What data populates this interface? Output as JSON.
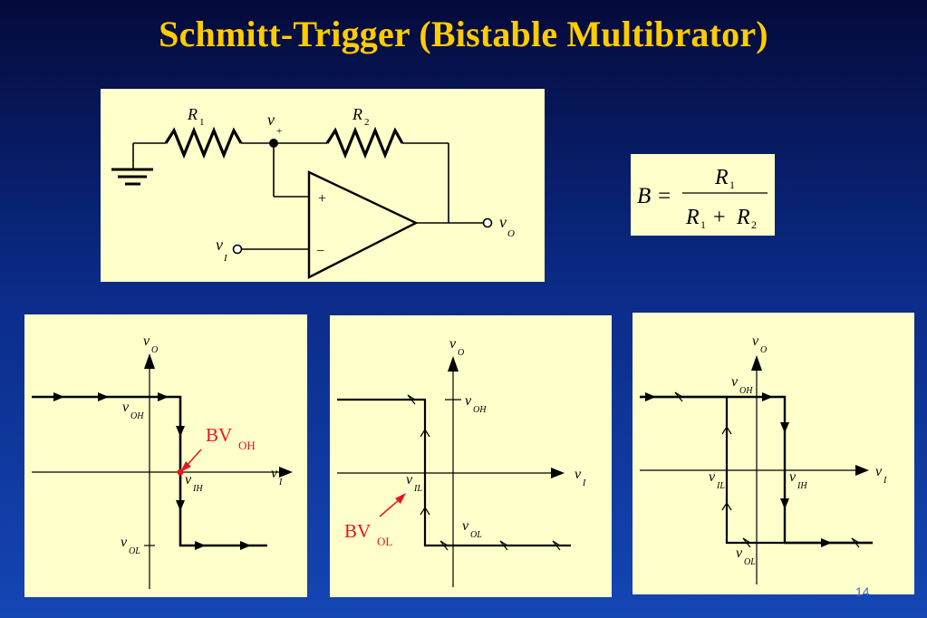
{
  "slide": {
    "title": "Schmitt-Trigger (Bistable Multibrator)",
    "page_number": "14"
  },
  "circuit": {
    "r1": {
      "letter": "R",
      "sub": "1"
    },
    "r2": {
      "letter": "R",
      "sub": "2"
    },
    "vplus": {
      "letter": "v",
      "sub": "+"
    },
    "vin": {
      "letter": "v",
      "sub": "I"
    },
    "vout": {
      "letter": "v",
      "sub": "O"
    },
    "plus_sign": "+",
    "minus_sign": "−"
  },
  "formula": {
    "lhs": "B =",
    "num_letter": "R",
    "num_sub": "1",
    "den_a_letter": "R",
    "den_a_sub": "1",
    "den_plus": "+",
    "den_b_letter": "R",
    "den_b_sub": "2"
  },
  "plots": {
    "p1": {
      "vo": {
        "letter": "v",
        "sub": "O"
      },
      "vi": {
        "letter": "v",
        "sub": "I"
      },
      "voh": {
        "letter": "v",
        "sub": "OH"
      },
      "vih": {
        "letter": "v",
        "sub": "IH"
      },
      "vol": {
        "letter": "v",
        "sub": "OL"
      },
      "annotation": {
        "main": "BV",
        "sub": "OH"
      }
    },
    "p2": {
      "vo": {
        "letter": "v",
        "sub": "O"
      },
      "vi": {
        "letter": "v",
        "sub": "I"
      },
      "voh": {
        "letter": "v",
        "sub": "OH"
      },
      "vil": {
        "letter": "v",
        "sub": "IL"
      },
      "vol": {
        "letter": "v",
        "sub": "OL"
      },
      "annotation": {
        "main": "BV",
        "sub": "OL"
      }
    },
    "p3": {
      "vo": {
        "letter": "v",
        "sub": "O"
      },
      "vi": {
        "letter": "v",
        "sub": "I"
      },
      "voh": {
        "letter": "v",
        "sub": "OH"
      },
      "vil": {
        "letter": "v",
        "sub": "IL"
      },
      "vih": {
        "letter": "v",
        "sub": "IH"
      },
      "vol": {
        "letter": "v",
        "sub": "OL"
      }
    }
  },
  "colors": {
    "title": "#ffcc00",
    "panel": "#ffffcc",
    "annotation": "#e8141e",
    "ink": "#000000"
  }
}
